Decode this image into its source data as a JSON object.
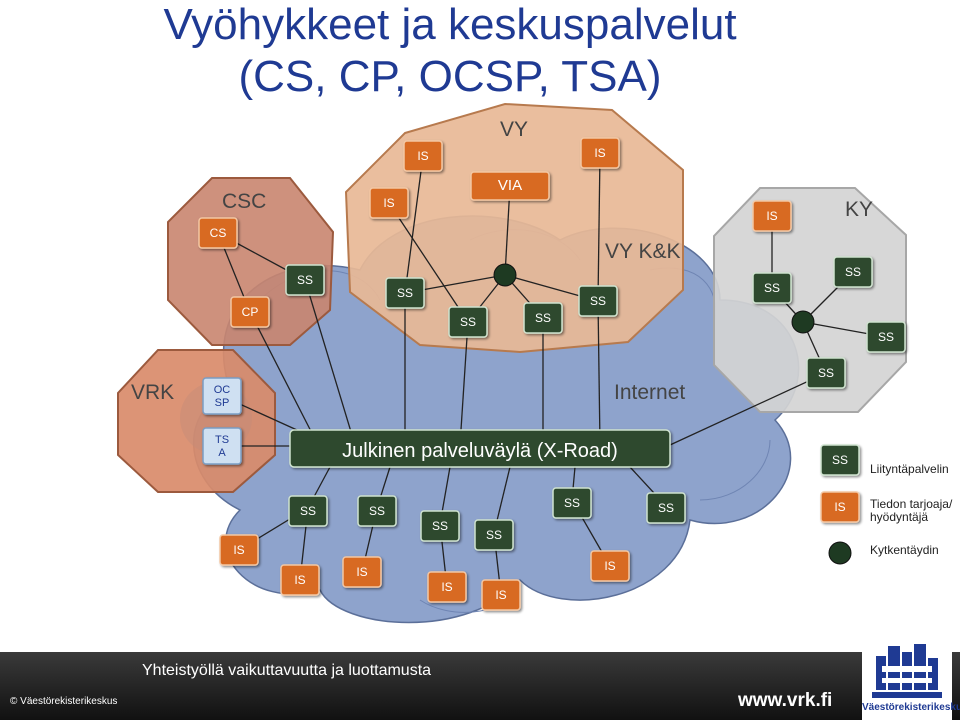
{
  "title": {
    "line1": "Vyöhykkeet ja keskuspalvelut",
    "line2": "(CS, CP, OCSP, TSA)"
  },
  "zones": {
    "vy": "VY",
    "csc": "CSC",
    "ky": "KY",
    "vrk": "VRK",
    "vy_kk": "VY K&K",
    "internet": "Internet"
  },
  "bus_label": "Julkinen palveluväylä (X-Road)",
  "boxes": {
    "cs": "CS",
    "cp": "CP",
    "ocsp": [
      "OC",
      "SP"
    ],
    "tsa": [
      "TS",
      "A"
    ],
    "via": "VIA",
    "ss": "SS",
    "is": "IS"
  },
  "legend": {
    "ss": "SS",
    "ss_text": "Liityntäpalvelin",
    "is": "IS",
    "is_text_line1": "Tiedon tarjoaja/",
    "is_text_line2": "hyödyntäjä",
    "hub_text": "Kytkentäydin"
  },
  "footer": {
    "slogan": "Yhteistyöllä vaikuttavuutta ja luottamusta",
    "copyright": "© Väestörekisterikeskus",
    "url": "www.vrk.fi",
    "logo_text": "Väestörekisterikeskus"
  },
  "colors": {
    "title": "#1f3a93",
    "ss_box": "#2f4a2f",
    "is_box": "#d86a22",
    "cloud": "#8ea3cc",
    "vy_zone": "#e8b896",
    "csc_zone": "#c9856f",
    "ky_zone": "#d4d4d4",
    "vrk_zone": "#d98b6a"
  }
}
